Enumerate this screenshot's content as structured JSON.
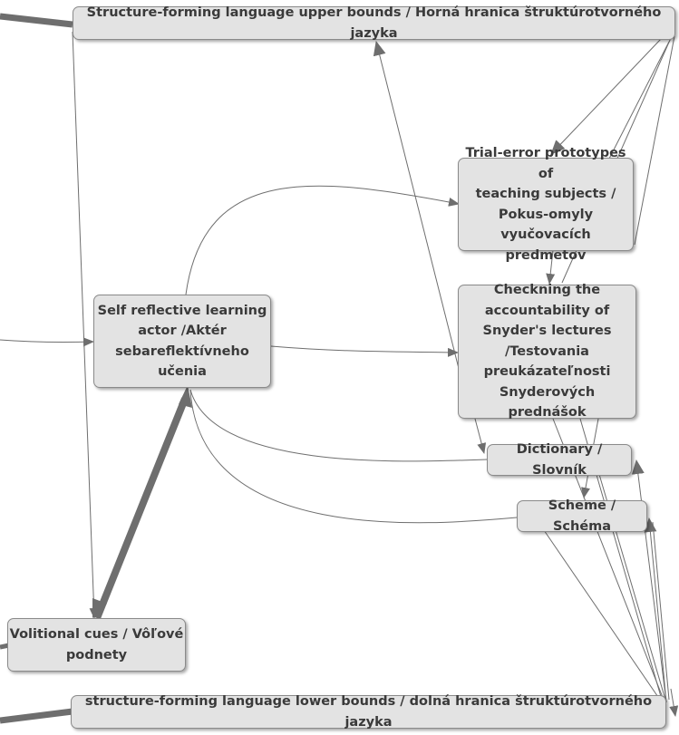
{
  "nodes": {
    "upper_bounds": "Structure-forming language upper bounds / Horná hranica štruktúrotvorného jazyka",
    "trial_error": "Trial-error prototypes of\nteaching subjects /\nPokus-omyly\nvyučovacích predmetov",
    "self_reflective": "Self reflective learning\nactor /Aktér\nsebareflektívneho\nučenia",
    "checking": "Checkning the\naccountability of\nSnyder's lectures\n/Testovania\npreukázateľnosti\nSnyderových prednášok",
    "dictionary": "Dictionary / Slovník",
    "scheme": "Scheme / Schéma",
    "volitional": "Volitional cues / Vôľové\npodnety",
    "lower_bounds": "structure-forming language lower bounds / dolná hranica štruktúrotvorného jazyka"
  },
  "colors": {
    "node_fill": "#e3e3e3",
    "node_border": "#8a8a8a",
    "edge": "#6e6e6e",
    "text": "#3a3a3a"
  }
}
